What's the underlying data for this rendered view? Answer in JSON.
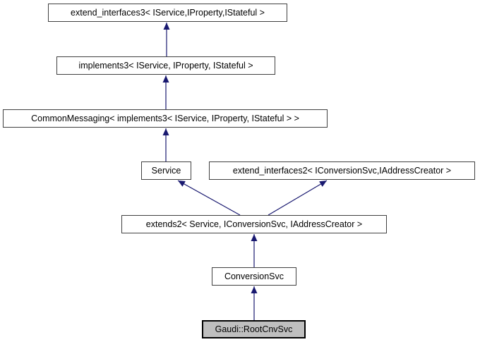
{
  "diagram": {
    "type": "inheritance-graph",
    "current_class": "Gaudi::RootCnvSvc",
    "nodes": [
      {
        "id": "extend_interfaces3",
        "label": "extend_interfaces3< IService,IProperty,IStateful >",
        "current": false
      },
      {
        "id": "implements3",
        "label": "implements3< IService, IProperty, IStateful >",
        "current": false
      },
      {
        "id": "CommonMessaging",
        "label": "CommonMessaging< implements3< IService, IProperty, IStateful > >",
        "current": false
      },
      {
        "id": "Service",
        "label": "Service",
        "current": false
      },
      {
        "id": "extend_interfaces2",
        "label": "extend_interfaces2< IConversionSvc,IAddressCreator >",
        "current": false
      },
      {
        "id": "extends2",
        "label": "extends2< Service, IConversionSvc, IAddressCreator >",
        "current": false
      },
      {
        "id": "ConversionSvc",
        "label": "ConversionSvc",
        "current": false
      },
      {
        "id": "RootCnvSvc",
        "label": "Gaudi::RootCnvSvc",
        "current": true
      }
    ],
    "edges": [
      {
        "from": "implements3",
        "to": "extend_interfaces3"
      },
      {
        "from": "CommonMessaging",
        "to": "implements3"
      },
      {
        "from": "Service",
        "to": "CommonMessaging"
      },
      {
        "from": "extends2",
        "to": "Service"
      },
      {
        "from": "extends2",
        "to": "extend_interfaces2"
      },
      {
        "from": "ConversionSvc",
        "to": "extends2"
      },
      {
        "from": "RootCnvSvc",
        "to": "ConversionSvc"
      }
    ],
    "colors": {
      "arrow": "#191970",
      "node_border": "#404040",
      "node_fill": "#ffffff",
      "current_fill": "#bfbfbf",
      "current_border": "#000000",
      "text": "#000000",
      "background": "#ffffff"
    }
  }
}
